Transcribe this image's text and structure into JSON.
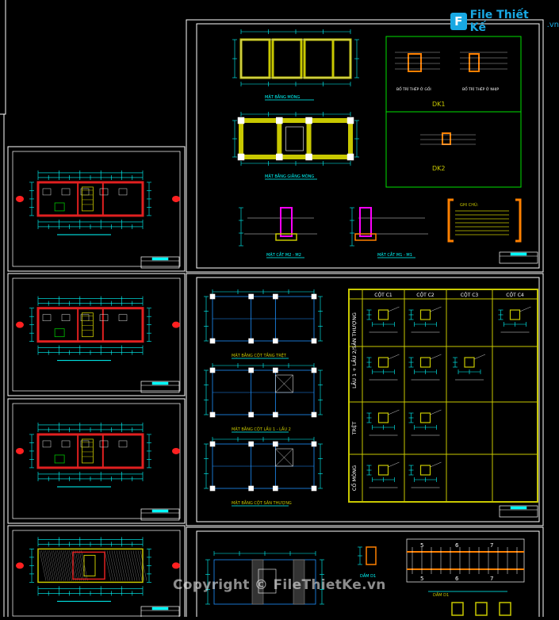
{
  "brand": {
    "mark": "F",
    "name": "File Thiết Kế",
    "domain": ".vn"
  },
  "watermark": "Copyright © FileThietKe.vn",
  "sheet_top": {
    "foundation_plan": "MẶT BẰNG MÓNG",
    "beam_plan": "MẶT BẰNG GIẰNG MÓNG",
    "rebar_support": "BỐ TRÍ THÉP Ở GỐI",
    "rebar_span": "BỐ TRÍ THÉP Ở NHỊP",
    "detail_dk1": "DK1",
    "detail_dk2": "DK2",
    "section_m2": "MẶT CẮT M2 - M2",
    "section_m1": "MẶT CẮT M1 - M1",
    "notes_title": "GHI CHÚ:"
  },
  "sheet_mid": {
    "plan_ground": "MẶT BẰNG CỘT TẦNG TRỆT",
    "plan_l1": "MẶT BẰNG CỘT LẦU 1 - LẦU 2",
    "plan_roof": "MẶT BẰNG CỘT SÂN THƯỢNG",
    "columns": [
      "CỘT C1",
      "CỘT C2",
      "CỘT C3",
      "CỘT C4"
    ],
    "rows": [
      "LẦU 1 + LẦU 2/SÂN THƯỢNG",
      "TRỆT",
      "CỔ MÓNG"
    ]
  },
  "sheet_bot": {
    "beam_label": "DẦM D1"
  },
  "colors": {
    "frame": "#ffffff",
    "column": "#c8c800",
    "wall": "#e02020",
    "dim": "#00ffff",
    "rebar": "#ff8000",
    "green": "#00e000",
    "magenta": "#ff00ff",
    "grid": "#1e90ff"
  }
}
